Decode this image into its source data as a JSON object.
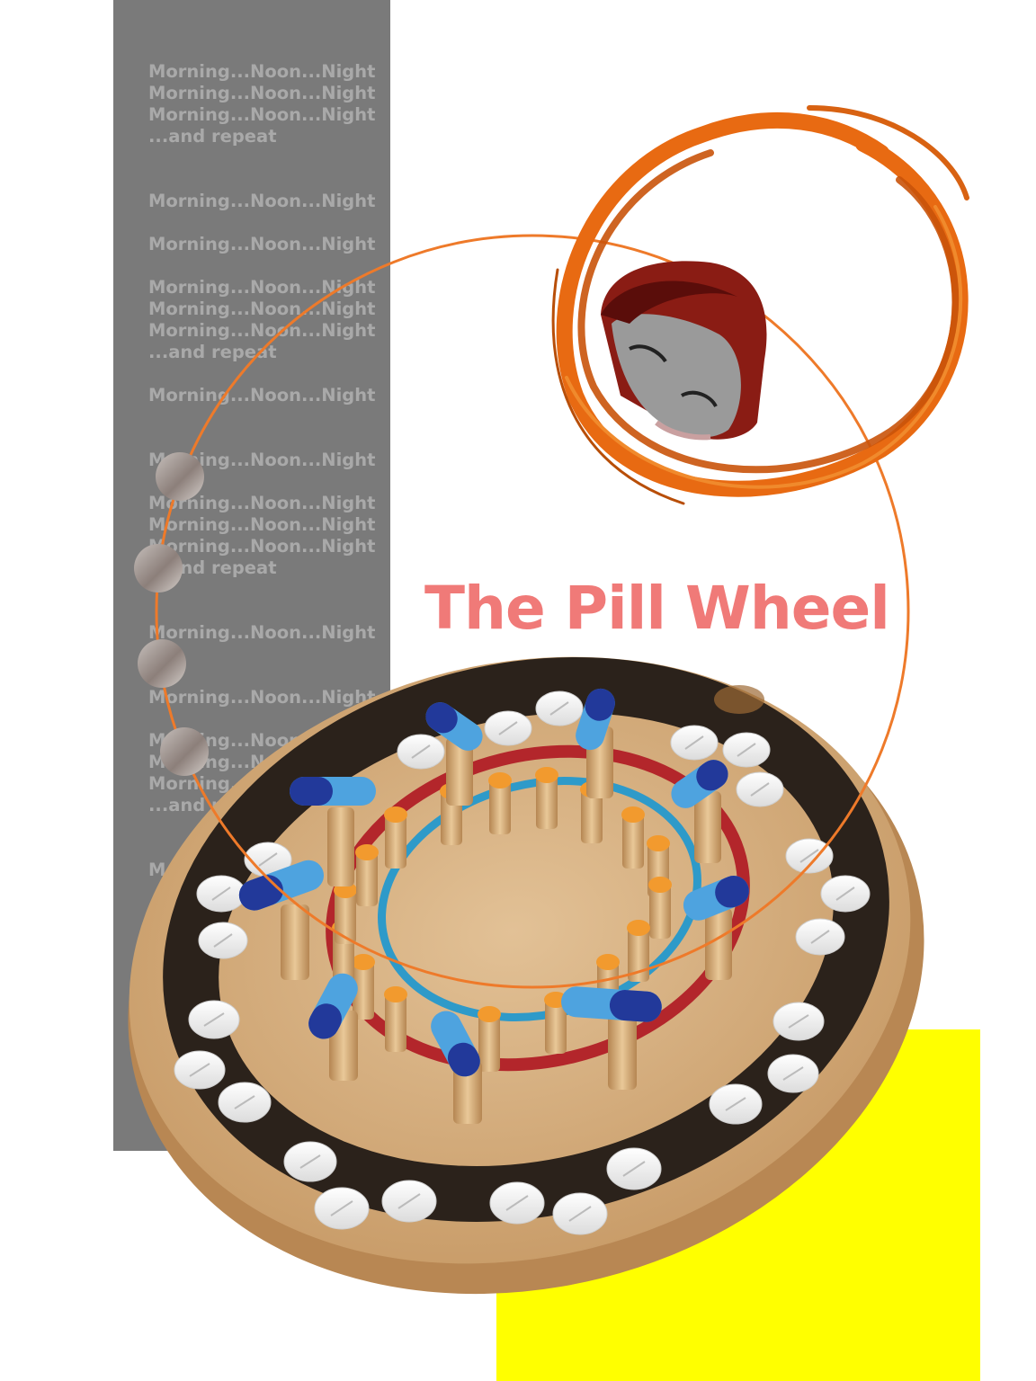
{
  "title": "The Pill Wheel",
  "chant": [
    "Morning...Noon...Night",
    "Morning...Noon...Night",
    "Morning...Noon...Night",
    "...and repeat",
    "Morning...Noon...Night",
    "Morning...Noon...Night",
    "Morning...Noon...Night",
    "Morning...Noon...Night",
    "Morning...Noon...Night",
    "...and repeat",
    "Morning...Noon...Night",
    "Morning...Noon...Night",
    "Morning...Noon...Night",
    "Morning...Noon...Night",
    "Morning...Noon...Night",
    "...and repeat",
    "Morning...Noon...Night",
    "Morning...Noon...Night",
    "Morning...Noon...Night",
    "Morning...Noon...Night",
    "Morning...Noon...Night",
    "...and repeat",
    "Mo"
  ],
  "colors": {
    "gray_column": "#7a7a7a",
    "chant_text": "#a9a9a9",
    "title": "#f07a78",
    "ring": "#ee7a2a",
    "brush": "#e86a12",
    "yellow": "#ffff00",
    "wood": "#d6b083",
    "wood_dark": "#b58a5c",
    "black_band": "#2b221b",
    "red_band": "#b3262b",
    "blue_band": "#2e9ac9",
    "capsule_dark": "#22399a",
    "capsule_light": "#4ea3df",
    "tablet": "#ffffff",
    "peg_cap": "#f29a2e"
  },
  "icons": {
    "face": "face-illustration",
    "tablet": "white-tablet",
    "capsule": "blue-capsule",
    "peg": "wooden-peg"
  }
}
